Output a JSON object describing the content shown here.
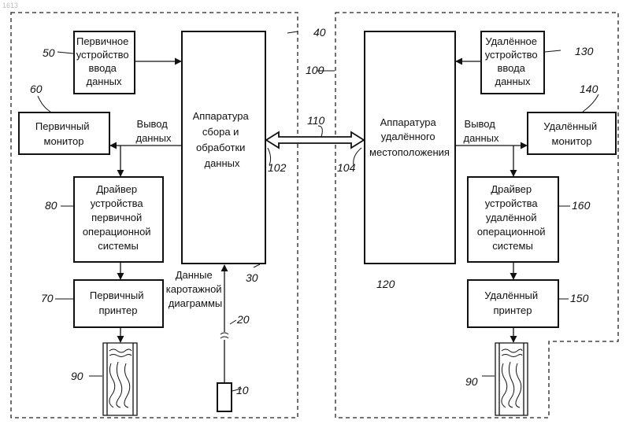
{
  "watermark": "1613",
  "blocks": {
    "primary_input": [
      "Первичное",
      "устройство",
      "ввода",
      "данных"
    ],
    "acquisition": [
      "Аппаратура",
      "сбора и",
      "обработки",
      "данных"
    ],
    "remote_location": [
      "Аппаратура",
      "удалённого",
      "местоположения"
    ],
    "remote_input": [
      "Удалённое",
      "устройство",
      "ввода",
      "данных"
    ],
    "primary_monitor": [
      "Первичный",
      "монитор"
    ],
    "remote_monitor": [
      "Удалённый",
      "монитор"
    ],
    "primary_driver": [
      "Драйвер",
      "устройства",
      "первичной",
      "операционной",
      "системы"
    ],
    "remote_driver": [
      "Драйвер",
      "устройства",
      "удалённой",
      "операционной",
      "системы"
    ],
    "primary_printer": [
      "Первичный",
      "принтер"
    ],
    "remote_printer": [
      "Удалённый",
      "принтер"
    ]
  },
  "labels": {
    "data_out_left": [
      "Вывод",
      "данных"
    ],
    "data_out_right": [
      "Вывод",
      "данных"
    ],
    "log_data": [
      "Данные",
      "каротажной",
      "диаграммы"
    ]
  },
  "refs": {
    "r10": "10",
    "r20": "20",
    "r30": "30",
    "r40": "40",
    "r50": "50",
    "r60": "60",
    "r70": "70",
    "r80": "80",
    "r90a": "90",
    "r90b": "90",
    "r100": "100",
    "r102": "102",
    "r104": "104",
    "r110": "110",
    "r120": "120",
    "r130": "130",
    "r140": "140",
    "r150": "150",
    "r160": "160"
  }
}
